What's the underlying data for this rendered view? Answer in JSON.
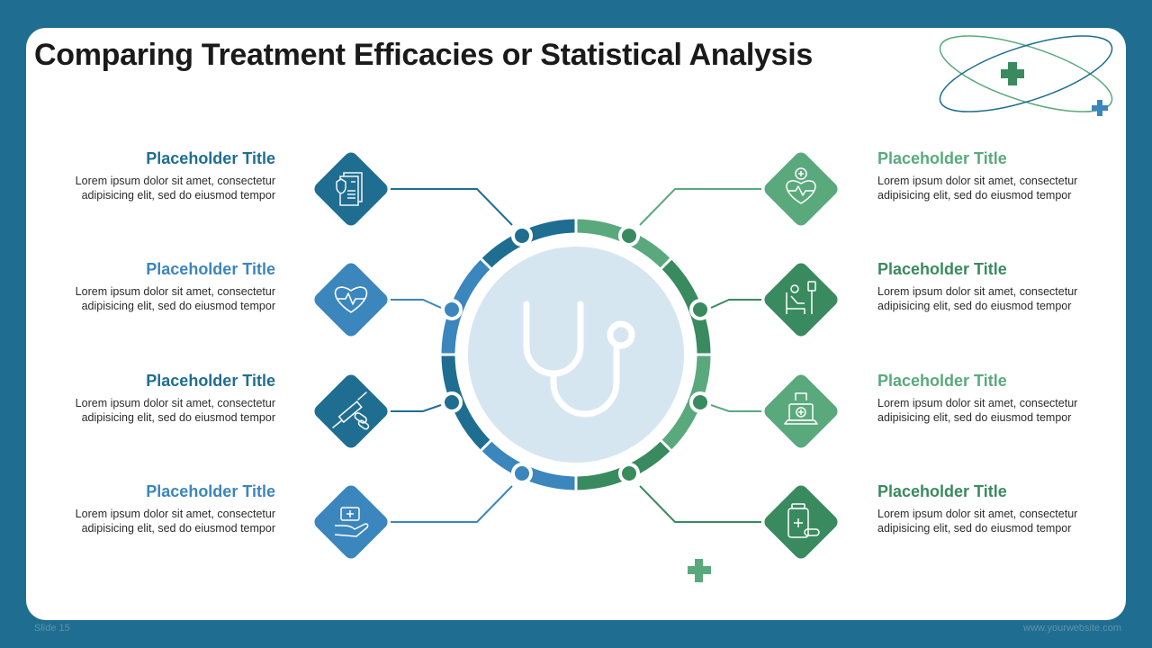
{
  "title": "Comparing Treatment Efficacies or Statistical Analysis",
  "colors": {
    "background": "#1f6e91",
    "blue_dark": "#1f6e91",
    "blue_mid": "#3b86bd",
    "green_light": "#5aa97d",
    "green_dark": "#3a8a5f",
    "center_fill": "#d6e6f1"
  },
  "center_icon": "stethoscope-icon",
  "items": [
    {
      "title": "Placeholder Title",
      "body": "Lorem ipsum dolor sit amet, consectetur adipisicing elit, sed do eiusmod tempor",
      "icon": "medical-records-icon",
      "color": "#1f6e91"
    },
    {
      "title": "Placeholder Title",
      "body": "Lorem ipsum dolor sit amet, consectetur adipisicing elit, sed do eiusmod tempor",
      "icon": "heartbeat-icon",
      "color": "#3b86bd"
    },
    {
      "title": "Placeholder Title",
      "body": "Lorem ipsum dolor sit amet, consectetur adipisicing elit, sed do eiusmod tempor",
      "icon": "syringe-pills-icon",
      "color": "#1f6e91"
    },
    {
      "title": "Placeholder Title",
      "body": "Lorem ipsum dolor sit amet, consectetur adipisicing elit, sed do eiusmod tempor",
      "icon": "hand-medical-kit-icon",
      "color": "#3b86bd"
    },
    {
      "title": "Placeholder Title",
      "body": "Lorem ipsum dolor sit amet, consectetur adipisicing elit, sed do eiusmod tempor",
      "icon": "heart-cross-icon",
      "color": "#5aa97d"
    },
    {
      "title": "Placeholder Title",
      "body": "Lorem ipsum dolor sit amet, consectetur adipisicing elit, sed do eiusmod tempor",
      "icon": "patient-iv-icon",
      "color": "#3a8a5f"
    },
    {
      "title": "Placeholder Title",
      "body": "Lorem ipsum dolor sit amet, consectetur adipisicing elit, sed do eiusmod tempor",
      "icon": "laptop-medical-icon",
      "color": "#5aa97d"
    },
    {
      "title": "Placeholder Title",
      "body": "Lorem ipsum dolor sit amet, consectetur adipisicing elit, sed do eiusmod tempor",
      "icon": "medicine-bottle-icon",
      "color": "#3a8a5f"
    }
  ],
  "footer": {
    "slide": "Slide 15",
    "website": "www.yourwebsite.com"
  }
}
